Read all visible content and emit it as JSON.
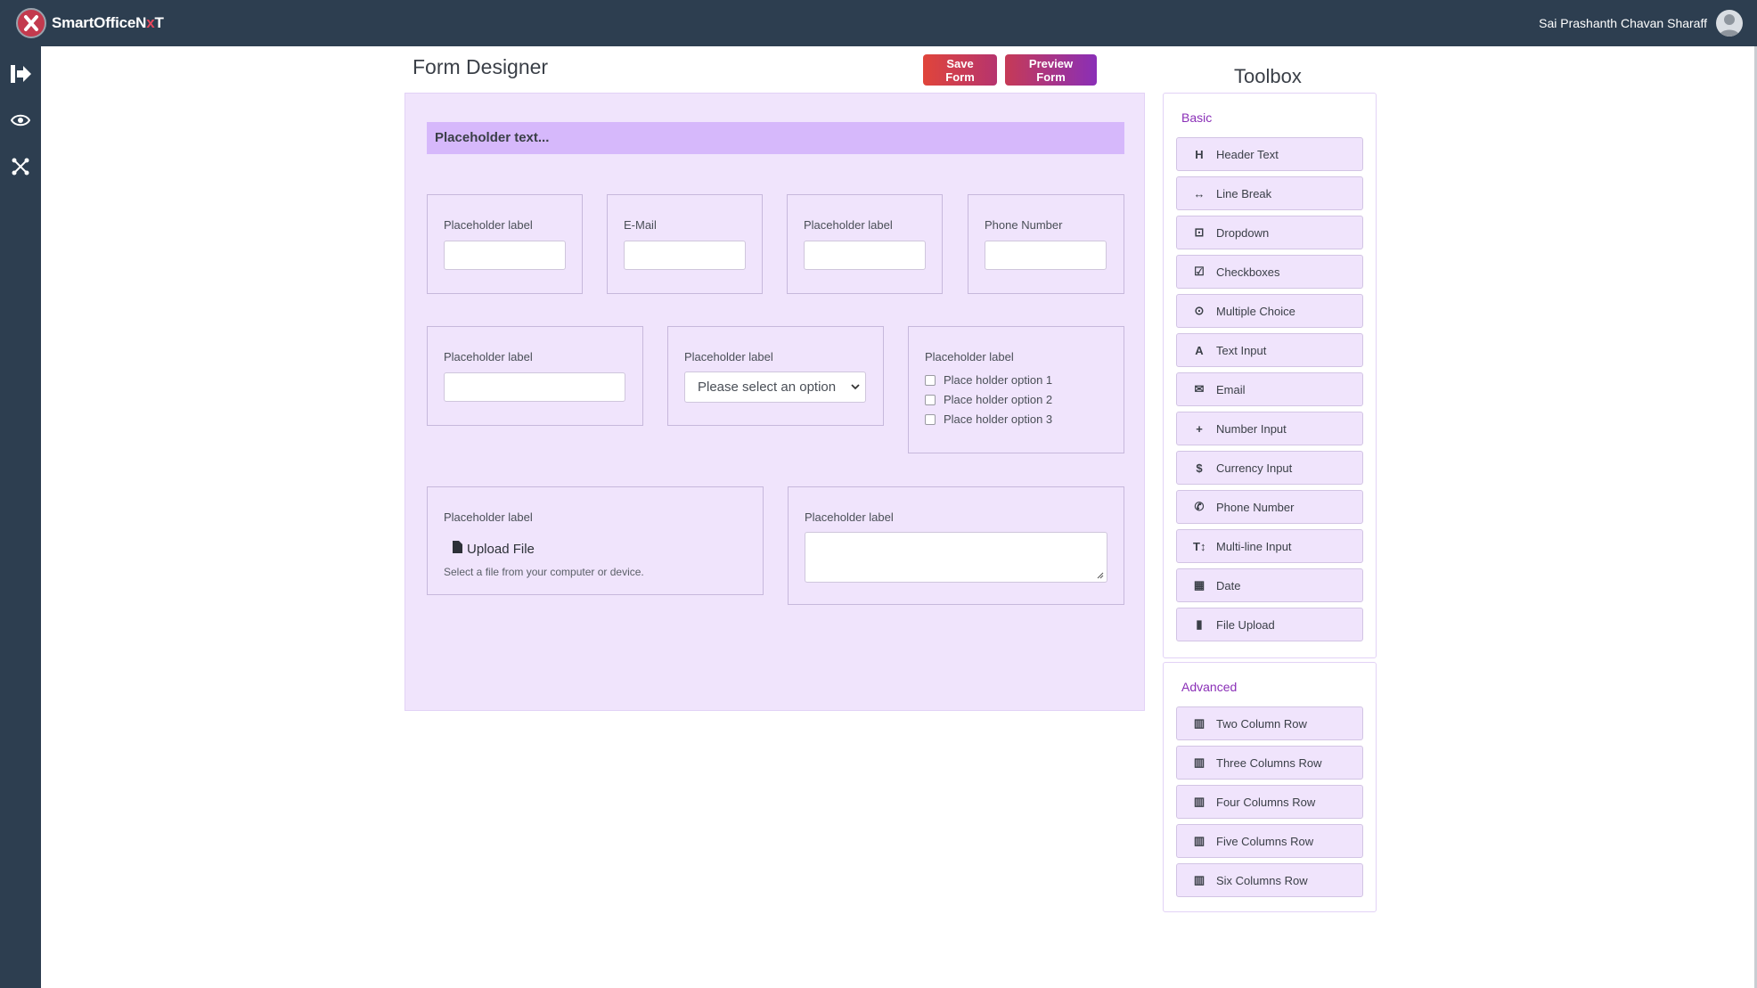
{
  "app": {
    "brand_main": "SmartOfficeN",
    "brand_accent": "x",
    "brand_end": "T",
    "user_name": "Sai Prashanth Chavan Sharaff"
  },
  "page": {
    "title": "Form Designer",
    "save_label": "Save Form",
    "preview_label": "Preview Form"
  },
  "form": {
    "header_text": "Placeholder text...",
    "row1": [
      {
        "label": "Placeholder label"
      },
      {
        "label": "E-Mail"
      },
      {
        "label": "Placeholder label"
      },
      {
        "label": "Phone Number"
      }
    ],
    "row2": {
      "text_label": "Placeholder label",
      "dropdown_label": "Placeholder label",
      "dropdown_value": "Please select an option",
      "checkbox_label": "Placeholder label",
      "checkbox_options": [
        "Place holder option 1",
        "Place holder option 2",
        "Place holder option 3"
      ]
    },
    "row3": {
      "upload_label": "Placeholder label",
      "upload_button": "Upload File",
      "upload_hint": "Select a file from your computer or device.",
      "textarea_label": "Placeholder label"
    }
  },
  "toolbox": {
    "title": "Toolbox",
    "basic_title": "Basic",
    "basic_items": [
      {
        "label": "Header Text",
        "icon": "H"
      },
      {
        "label": "Line Break",
        "icon": "↔"
      },
      {
        "label": "Dropdown",
        "icon": "⊡"
      },
      {
        "label": "Checkboxes",
        "icon": "☑"
      },
      {
        "label": "Multiple Choice",
        "icon": "⊙"
      },
      {
        "label": "Text Input",
        "icon": "A"
      },
      {
        "label": "Email",
        "icon": "✉"
      },
      {
        "label": "Number Input",
        "icon": "+"
      },
      {
        "label": "Currency Input",
        "icon": "$"
      },
      {
        "label": "Phone Number",
        "icon": "✆"
      },
      {
        "label": "Multi-line Input",
        "icon": "T↕"
      },
      {
        "label": "Date",
        "icon": "▦"
      },
      {
        "label": "File Upload",
        "icon": "▮"
      }
    ],
    "advanced_title": "Advanced",
    "advanced_items": [
      {
        "label": "Two Column Row",
        "icon": "▥"
      },
      {
        "label": "Three Columns Row",
        "icon": "▥"
      },
      {
        "label": "Four Columns Row",
        "icon": "▥"
      },
      {
        "label": "Five Columns Row",
        "icon": "▥"
      },
      {
        "label": "Six Columns Row",
        "icon": "▥"
      }
    ]
  },
  "colors": {
    "topbar": "#2d3e50",
    "canvas_bg": "#f0e4fc",
    "header_strip": "#d6b8fb",
    "accent_purple": "#8a2fb7"
  }
}
